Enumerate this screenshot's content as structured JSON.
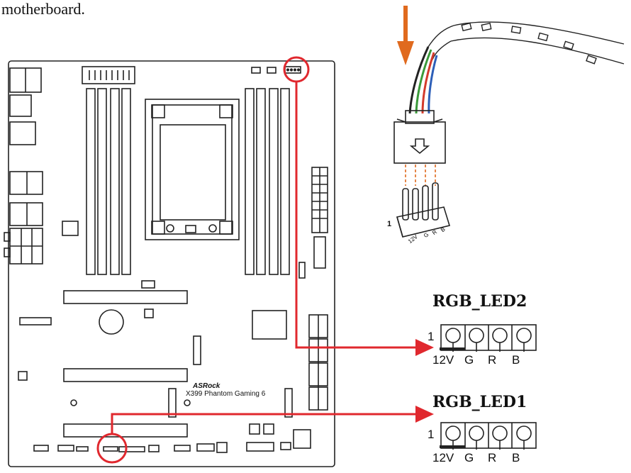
{
  "intro_text": "motherboard.",
  "board": {
    "brand": "ASRock",
    "model": "X399 Phantom Gaming 6"
  },
  "cable_header": {
    "pin1_label": "1",
    "pins": [
      "12V",
      "G",
      "R",
      "B"
    ]
  },
  "headers": [
    {
      "title": "RGB_LED2",
      "pin1_label": "1",
      "pins": [
        "12V",
        "G",
        "R",
        "B"
      ]
    },
    {
      "title": "RGB_LED1",
      "pin1_label": "1",
      "pins": [
        "12V",
        "G",
        "R",
        "B"
      ]
    }
  ],
  "colors": {
    "accent_red": "#e0282e",
    "arrow_orange": "#e06a1e",
    "line": "#222222",
    "wire_blue": "#2d5fb8",
    "wire_red": "#d33a2c",
    "wire_green": "#3a9a3a"
  }
}
